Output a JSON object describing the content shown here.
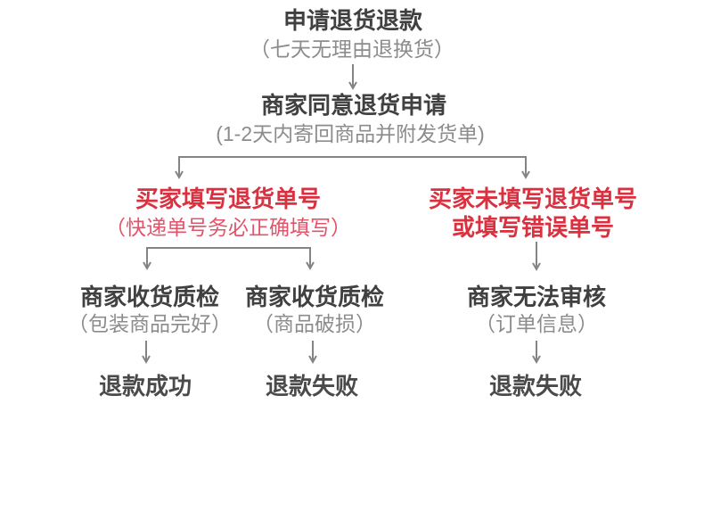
{
  "diagram": {
    "type": "flowchart",
    "topic": "return-refund-process",
    "colors": {
      "background": "#ffffff",
      "title_text": "#404040",
      "subtitle_text": "#8c8c8c",
      "red_title": "#d9313f",
      "red_subtitle": "#e0556a",
      "connector_line": "#848484"
    },
    "nodes": {
      "apply": {
        "title": "申请退货退款",
        "subtitle": "（七天无理由退换货）"
      },
      "agree": {
        "title": "商家同意退货申请",
        "subtitle": "(1-2天内寄回商品并附发货单)"
      },
      "tracking_filled": {
        "title": "买家填写退货单号",
        "subtitle": "（快递单号务必正确填写）"
      },
      "tracking_missing": {
        "line1": "买家未填写退货单号",
        "line2": "或填写错误单号"
      },
      "qc_intact": {
        "title": "商家收货质检",
        "subtitle": "（包装商品完好）"
      },
      "qc_damaged": {
        "title": "商家收货质检",
        "subtitle": "（商品破损）"
      },
      "cannot_review": {
        "title": "商家无法审核",
        "subtitle": "（订单信息）"
      },
      "refund_success": {
        "label": "退款成功"
      },
      "refund_fail_left": {
        "label": "退款失败"
      },
      "refund_fail_right": {
        "label": "退款失败"
      }
    }
  }
}
